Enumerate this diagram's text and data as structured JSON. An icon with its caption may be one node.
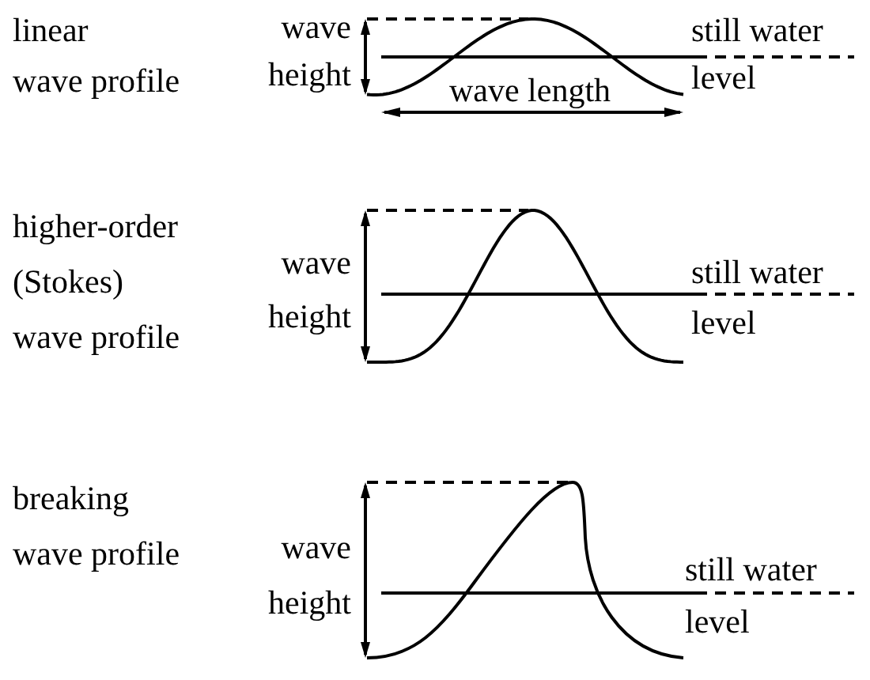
{
  "diagram": {
    "labels": [
      "linear wave profile",
      "wave height",
      "still water level",
      "wave length",
      "higher-order (Stokes) wave profile",
      "wave height",
      "still water level",
      "breaking wave profile",
      "wave height",
      "still water level"
    ]
  }
}
